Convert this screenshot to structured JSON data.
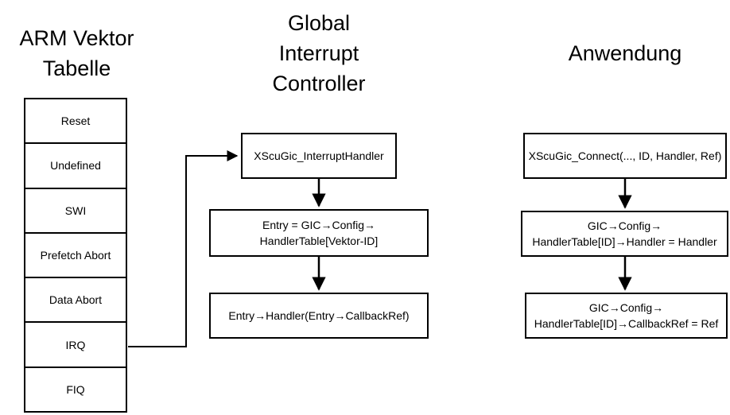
{
  "columns": {
    "vektor_title": "ARM Vektor\nTabelle",
    "gic_title": "Global\nInterrupt\nController",
    "anwendung_title": "Anwendung"
  },
  "vector_table": [
    "Reset",
    "Undefined",
    "SWI",
    "Prefetch Abort",
    "Data Abort",
    "IRQ",
    "FIQ"
  ],
  "gic": {
    "handler": "XScuGic_InterruptHandler",
    "entry": "Entry = GIC→Config→\nHandlerTable[Vektor-ID]",
    "call": "Entry→Handler(Entry→CallbackRef)"
  },
  "anwendung": {
    "connect": "XScuGic_Connect(..., ID, Handler, Ref)",
    "set_handler": "GIC→Config→\nHandlerTable[ID]→Handler = Handler",
    "set_ref": "GIC→Config→\nHandlerTable[ID]→CallbackRef = Ref"
  }
}
